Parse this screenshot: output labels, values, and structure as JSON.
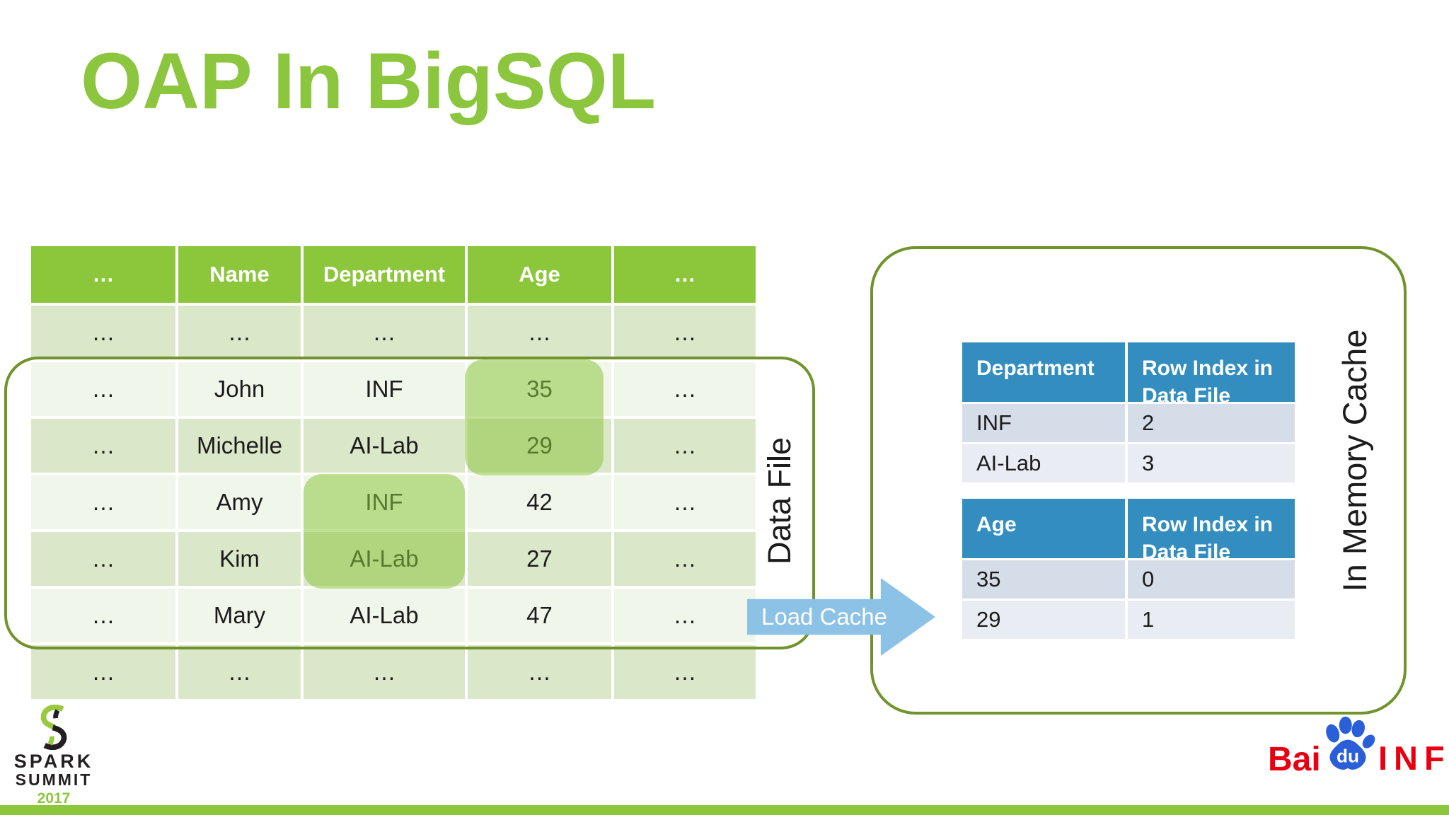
{
  "title": "OAP In BigSQL",
  "data_file": {
    "label": "Data File",
    "columns": [
      "…",
      "Name",
      "Department",
      "Age",
      "…"
    ],
    "rows": [
      [
        "…",
        "…",
        "…",
        "…",
        "…"
      ],
      [
        "…",
        "John",
        "INF",
        "35",
        "…"
      ],
      [
        "…",
        "Michelle",
        "AI-Lab",
        "29",
        "…"
      ],
      [
        "…",
        "Amy",
        "INF",
        "42",
        "…"
      ],
      [
        "…",
        "Kim",
        "AI-Lab",
        "27",
        "…"
      ],
      [
        "…",
        "Mary",
        "AI-Lab",
        "47",
        "…"
      ],
      [
        "…",
        "…",
        "…",
        "…",
        "…"
      ]
    ]
  },
  "load_cache": {
    "label": "Load Cache"
  },
  "in_memory_cache": {
    "label": "In Memory Cache",
    "department_index": {
      "columns": [
        "Department",
        "Row Index in Data File"
      ],
      "rows": [
        [
          "INF",
          "2"
        ],
        [
          "AI-Lab",
          "3"
        ]
      ]
    },
    "age_index": {
      "columns": [
        "Age",
        "Row Index in Data File"
      ],
      "rows": [
        [
          "35",
          "0"
        ],
        [
          "29",
          "1"
        ]
      ]
    }
  },
  "footer": {
    "spark_logo": {
      "line1": "SPARK",
      "line2": "SUMMIT",
      "year": "2017"
    },
    "baidu_logo": {
      "part1": "Bai",
      "part2": "du",
      "part3": "INF"
    }
  },
  "colors": {
    "slide_green": "#8CC63B",
    "title_green": "#8CC63F",
    "row_stripe_dark": "#DBE7C9",
    "row_stripe_light": "#F1F6EB",
    "outline_green": "#70932C",
    "highlight_green": "rgba(141,198,63,0.55)",
    "cache_header_blue": "#338EBF",
    "cache_row_dark": "#D4DDE8",
    "cache_row_light": "#E9EDF3",
    "arrow_blue": "#8CC2E6",
    "baidu_red": "#E60012",
    "baidu_blue": "#2B5FD9"
  }
}
